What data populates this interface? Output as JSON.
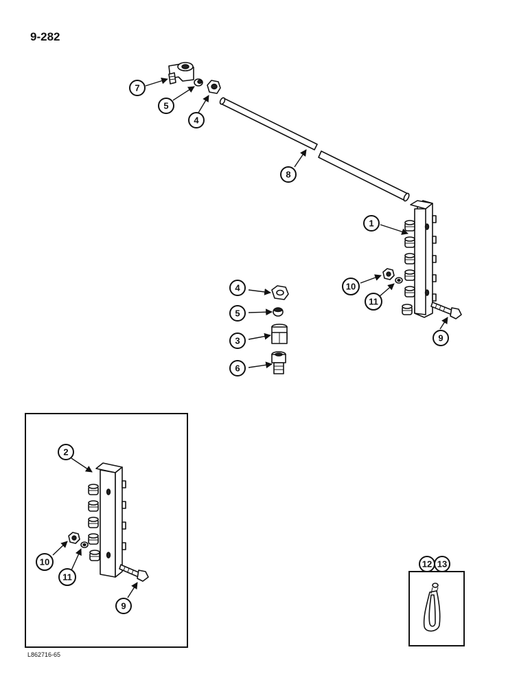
{
  "header": {
    "page_number": "9-282"
  },
  "footer": {
    "figure_code": "L862716-65"
  },
  "callouts": {
    "c7": "7",
    "c5_top": "5",
    "c4_top": "4",
    "c8": "8",
    "c1": "1",
    "c10_main": "10",
    "c11_main": "11",
    "c9_main": "9",
    "c4_stack": "4",
    "c5_stack": "5",
    "c3": "3",
    "c6": "6",
    "c2": "2",
    "c10_inset": "10",
    "c11_inset": "11",
    "c9_inset": "9",
    "c12": "12",
    "c13": "13"
  }
}
